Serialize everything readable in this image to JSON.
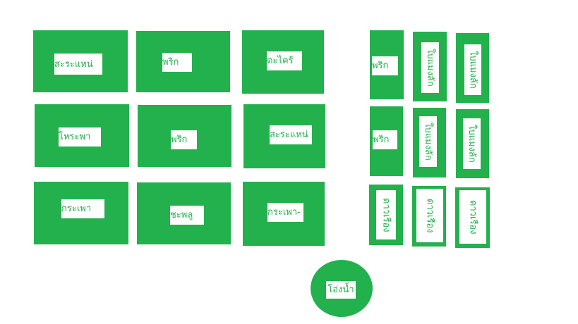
{
  "colors": {
    "bed": "#22b14c",
    "label_bg": "#ffffff",
    "label_text": "#22b14c"
  },
  "beds": [
    {
      "label": "สะระแหน่"
    },
    {
      "label": "พริก"
    },
    {
      "label": "ตะไคร้"
    },
    {
      "label": "โหระพา"
    },
    {
      "label": "พริก"
    },
    {
      "label": "สะระแหน่"
    },
    {
      "label": "กระเพา"
    },
    {
      "label": "ชะพลู"
    },
    {
      "label": "กระเพา-"
    },
    {
      "label": "พริก"
    },
    {
      "label": "ใบแมงลัก"
    },
    {
      "label": "ใบแมงลัก"
    },
    {
      "label": "พริก"
    },
    {
      "label": "ใบแมงลัก"
    },
    {
      "label": "ใบแมงลัก"
    },
    {
      "label": "ดาวเรือง"
    },
    {
      "label": "ดาวเรือง"
    },
    {
      "label": "ดาวเรือง"
    }
  ],
  "pond": {
    "label": "โอ่งน้ำ"
  }
}
